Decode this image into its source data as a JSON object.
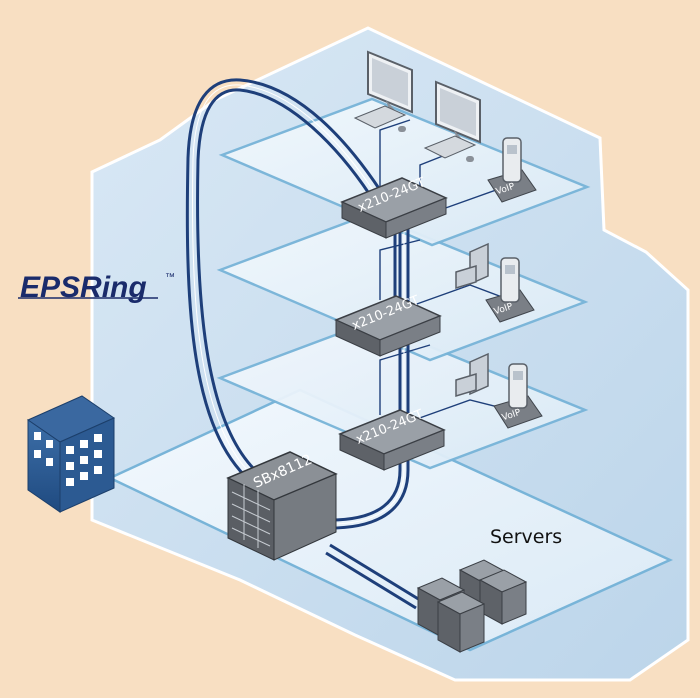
{
  "logo": {
    "text": "EPSRing",
    "tm": "™"
  },
  "switches": [
    {
      "label": "x210-24GT"
    },
    {
      "label": "x210-24GT"
    },
    {
      "label": "x210-24GT"
    }
  ],
  "chassis": {
    "label": "SBx8112"
  },
  "servers": {
    "label": "Servers"
  },
  "phones": [
    {
      "label": "VoIP"
    },
    {
      "label": "VoIP"
    },
    {
      "label": "VoIP"
    }
  ],
  "colors": {
    "background": "#f8dfc2",
    "building": "#cbdff0",
    "floor": "#e6f2fb",
    "floor_edge": "#78b4d8",
    "ring_cable": "#1e3f7a",
    "switch": "#6f7378",
    "logo": "#1a2b6b"
  }
}
